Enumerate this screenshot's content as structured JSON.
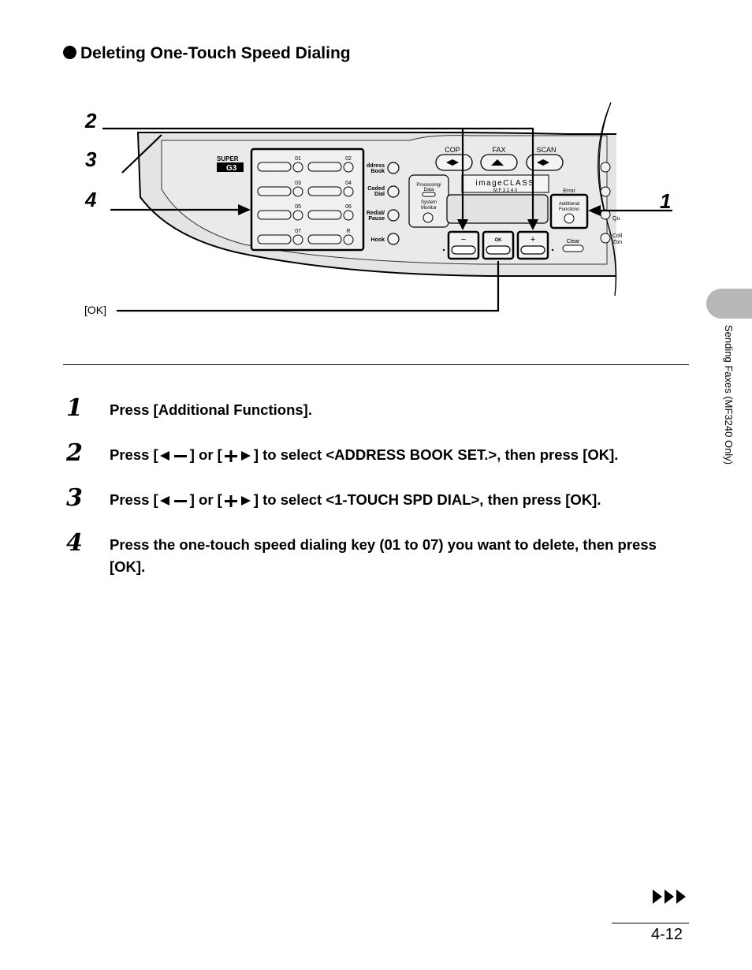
{
  "heading": {
    "title": "Deleting One-Touch Speed Dialing"
  },
  "figure": {
    "callouts": [
      "2",
      "3",
      "4",
      "1"
    ],
    "ok_callout": "[OK]",
    "panel": {
      "super": "SUPER",
      "g3": "G3",
      "speed_keys": [
        "01",
        "02",
        "03",
        "04",
        "05",
        "06",
        "07",
        "R"
      ],
      "mode_buttons": [
        "COP",
        "FAX",
        "SCAN"
      ],
      "side_keys": [
        [
          "ddress",
          "Book"
        ],
        [
          "Coded",
          "Dial"
        ],
        [
          "Redial/",
          "Pause"
        ],
        [
          "Hook"
        ]
      ],
      "processing": [
        "Processing/",
        "Data"
      ],
      "system_monitor": [
        "System",
        "Monitor"
      ],
      "brand": "imageCLASS",
      "model": "M F 3 2 4 0",
      "error": "Error",
      "additional_functions": [
        "Additional",
        "Functions"
      ],
      "minus_key": "−",
      "ok_key": "OK",
      "plus_key": "+",
      "clear": "Clear",
      "right_edge": [
        "Qu",
        "Coll",
        "Zon"
      ]
    }
  },
  "steps": [
    {
      "num": "1",
      "text": "Press [Additional Functions]."
    },
    {
      "num": "2",
      "pre": "Press [",
      "mid": "] or [",
      "post": "] to select <ADDRESS BOOK SET.>, then press [OK]."
    },
    {
      "num": "3",
      "pre": "Press [",
      "mid": "] or [",
      "post": "] to select <1-TOUCH SPD DIAL>, then press [OK]."
    },
    {
      "num": "4",
      "text": "Press the one-touch speed dialing key (01 to 07) you want to delete, then press [OK]."
    }
  ],
  "sidebar": {
    "label": "Sending Faxes (MF3240 Only)"
  },
  "footer": {
    "page_number": "4-12",
    "continue_icon": "continue-arrows-icon"
  }
}
